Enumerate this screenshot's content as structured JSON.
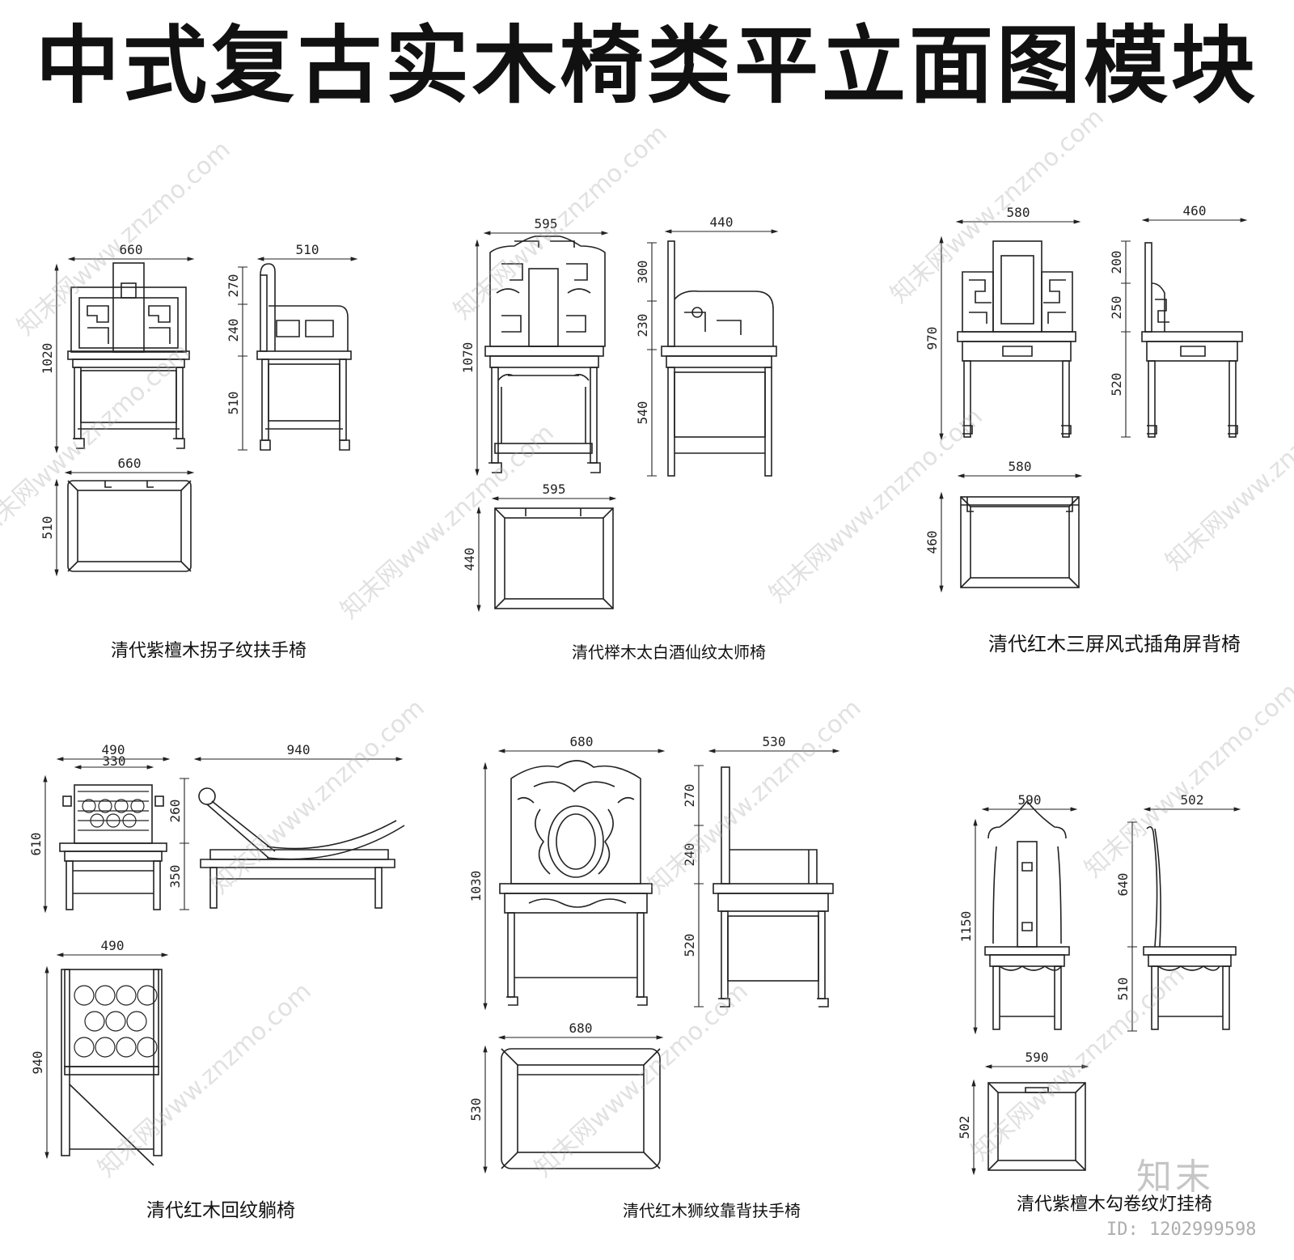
{
  "title": "中式复古实木椅类平立面图模块",
  "chairs": [
    {
      "caption": "清代紫檀木拐子纹扶手椅",
      "front_width": "660",
      "side_depth": "510",
      "height": "1020",
      "back_top": "270",
      "back_mid": "240",
      "seat_height": "510",
      "plan_width": "660",
      "plan_depth": "510"
    },
    {
      "caption": "清代榉木太白酒仙纹太师椅",
      "front_width": "595",
      "side_depth": "440",
      "height": "1070",
      "back_top": "300",
      "back_mid": "230",
      "seat_height": "540",
      "plan_width": "595",
      "plan_depth": "440"
    },
    {
      "caption": "清代红木三屏风式插角屏背椅",
      "front_width": "580",
      "side_depth": "460",
      "height": "970",
      "back_top": "200",
      "back_mid": "250",
      "seat_height": "520",
      "plan_width": "580",
      "plan_depth": "460"
    },
    {
      "caption": "清代红木回纹躺椅",
      "front_width": "490",
      "front_inner": "330",
      "side_depth": "940",
      "height": "610",
      "back_top": "260",
      "seat_height": "350",
      "plan_width": "490",
      "plan_depth": "940"
    },
    {
      "caption": "清代红木狮纹靠背扶手椅",
      "front_width": "680",
      "side_depth": "530",
      "height": "1030",
      "back_top": "270",
      "back_mid": "240",
      "seat_height": "520",
      "plan_width": "680",
      "plan_depth": "530"
    },
    {
      "caption": "清代紫檀木勾卷纹灯挂椅",
      "front_width": "590",
      "side_depth": "502",
      "height": "1150",
      "back_top": "640",
      "seat_height": "510",
      "plan_width": "590",
      "plan_depth": "502"
    }
  ],
  "watermark": {
    "text": "知末网www.znzmo.com"
  },
  "logo": "知末",
  "image_id": "ID: 1202999598"
}
